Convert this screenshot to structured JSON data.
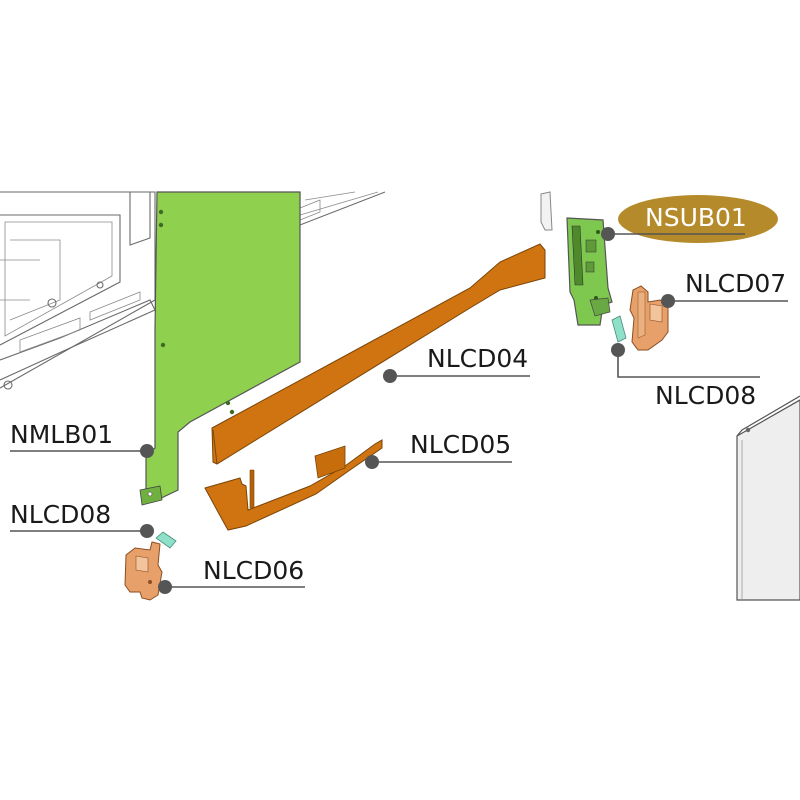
{
  "diagram": {
    "highlight_color": "#b58a2a",
    "colors": {
      "main_board": "#8fd14f",
      "sub_board": "#7ec850",
      "cable": "#cf7410",
      "bracket": "#e8a06a",
      "clip": "#8ee0c8",
      "outline": "#555555"
    },
    "labels": {
      "nsub01": "NSUB01",
      "nlcd07": "NLCD07",
      "nlcd08_right": "NLCD08",
      "nlcd04": "NLCD04",
      "nmlb01": "NMLB01",
      "nlcd05": "NLCD05",
      "nlcd08_left": "NLCD08",
      "nlcd06": "NLCD06"
    }
  }
}
